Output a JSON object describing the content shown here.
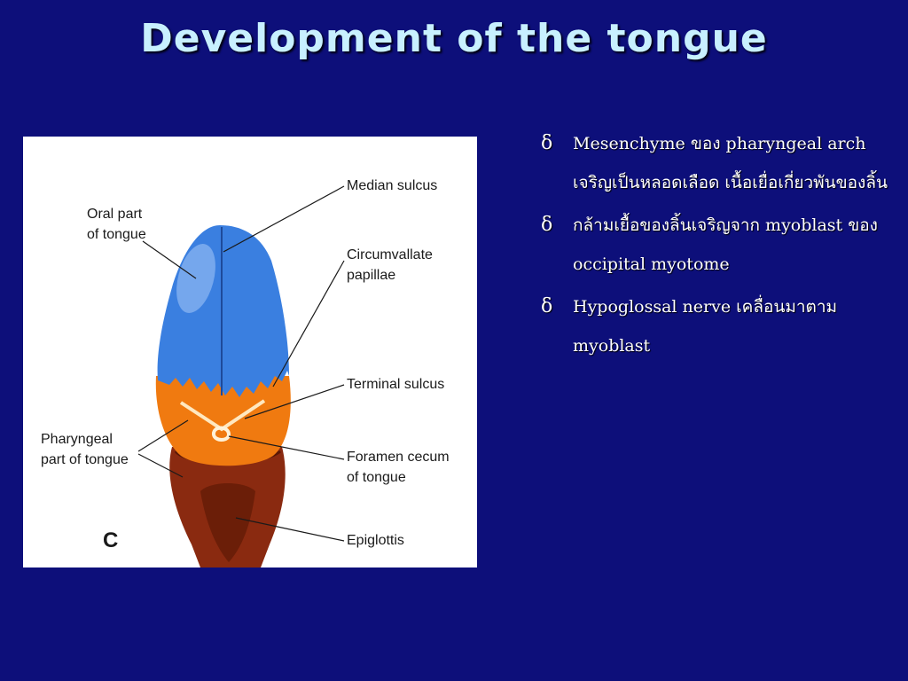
{
  "slide": {
    "title": "Development of the tongue"
  },
  "figure": {
    "letter": "C",
    "labels": {
      "oral_part": "Oral part\nof tongue",
      "median_sulcus": "Median sulcus",
      "circumvallate": "Circumvallate\npapillae",
      "terminal_sulcus": "Terminal sulcus",
      "pharyngeal_part": "Pharyngeal\npart of tongue",
      "foramen_cecum": "Foramen cecum\nof tongue",
      "epiglottis": "Epiglottis"
    },
    "colors": {
      "oral_blue": "#3a7fe0",
      "pharyngeal_orange": "#f07a10",
      "epiglottis_brown": "#8a2a10"
    }
  },
  "bullets": [
    {
      "icon": "bullet-glyph-icon",
      "text": "Mesenchyme ของ pharyngeal arch เจริญเป็นหลอดเลือด เนื้อเยื่อเกี่ยวพันของลิ้น"
    },
    {
      "icon": "bullet-glyph-icon",
      "text": "กล้ามเยื้อของลิ้นเจริญจาก myoblast ของ occipital myotome"
    },
    {
      "icon": "bullet-glyph-icon",
      "text": "Hypoglossal nerve เคลื่อนมาตาม myoblast"
    }
  ]
}
